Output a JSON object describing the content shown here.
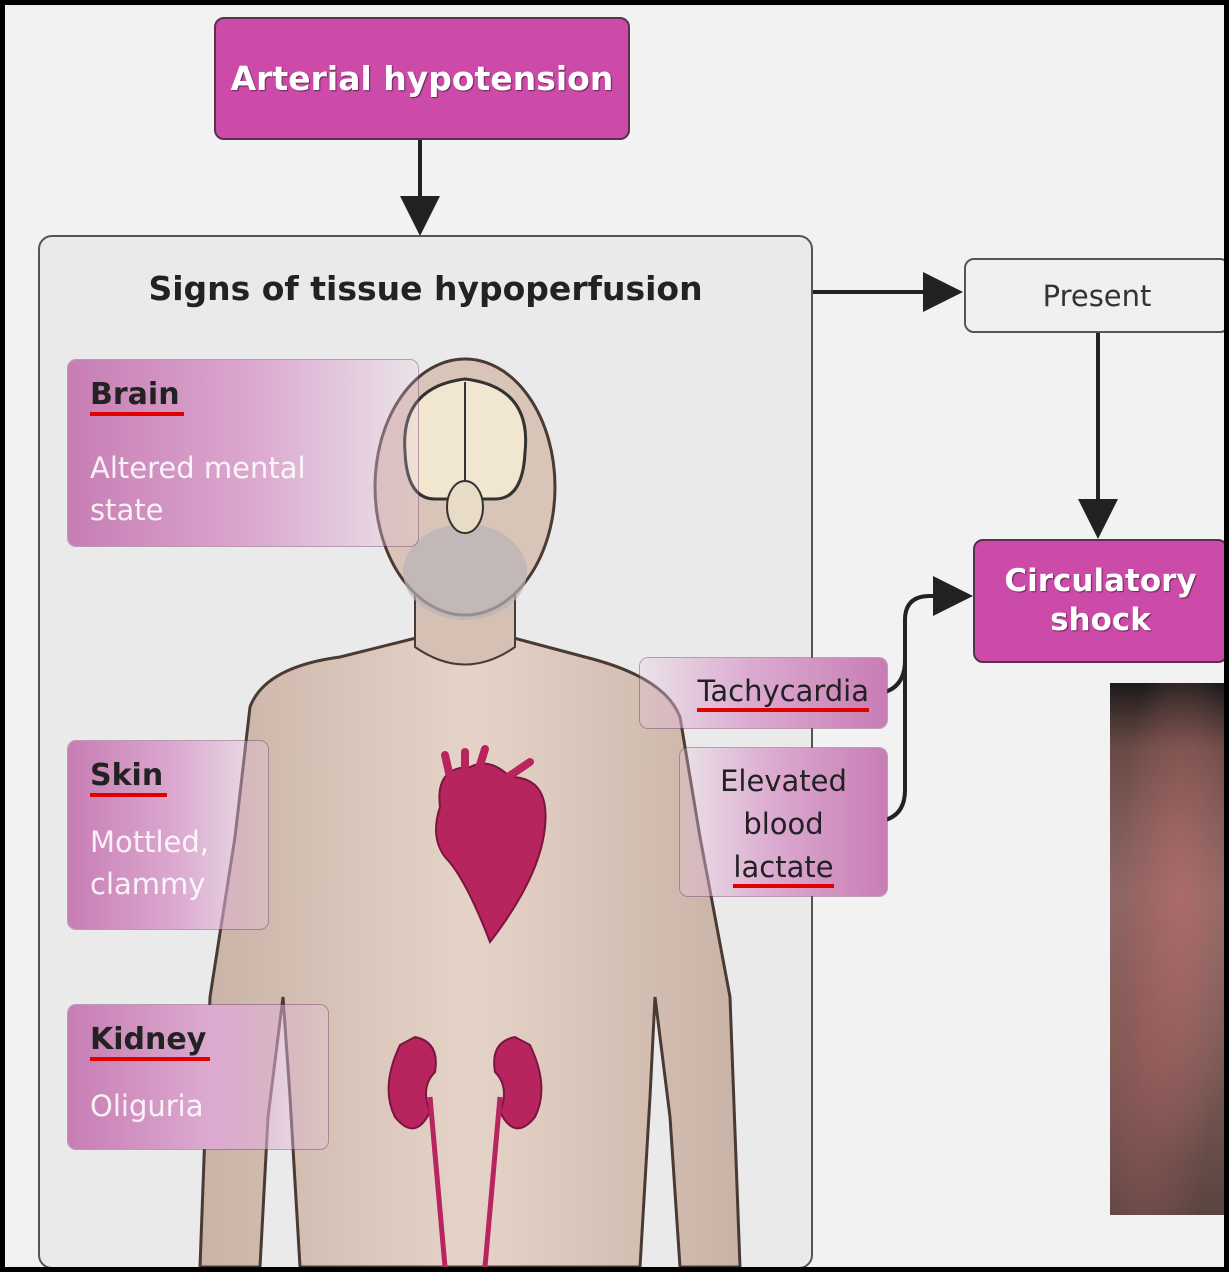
{
  "top_box": {
    "label": "Arterial hypotension"
  },
  "panel": {
    "title": "Signs of tissue hypoperfusion"
  },
  "present": {
    "label": "Present"
  },
  "shock": {
    "line1": "Circulatory",
    "line2": "shock"
  },
  "organs": [
    {
      "name": "Brain",
      "sign": "Altered mental\n state"
    },
    {
      "name": "Skin",
      "sign": "Mottled,\nclammy"
    },
    {
      "name": "Kidney",
      "sign": "Oliguria"
    }
  ],
  "right_signs": {
    "tachycardia": "Tachycardia",
    "lactate_line1": "Elevated",
    "lactate_line2": "blood",
    "lactate_line3": "lactate"
  },
  "colors": {
    "accent": "#cc4aa8",
    "underline": "#e10000",
    "organ": "#b8245e"
  }
}
